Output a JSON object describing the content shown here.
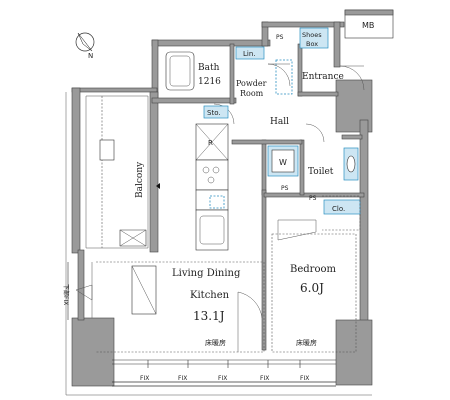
{
  "compass": {
    "north": "N"
  },
  "rooms": {
    "bath": {
      "name": "Bath",
      "size": "1216"
    },
    "powder": {
      "line1": "Powder",
      "line2": "Room"
    },
    "entrance": "Entrance",
    "hall": "Hall",
    "toilet": "Toilet",
    "balcony": "Balcony",
    "ldk": {
      "line1": "Living Dining",
      "line2": "Kitchen",
      "area": "13.1J"
    },
    "bedroom": {
      "name": "Bedroom",
      "area": "6.0J"
    }
  },
  "storage": {
    "mb": "MB",
    "ps": "PS",
    "shoes": {
      "line1": "Shoes",
      "line2": "Box"
    },
    "lin": "Lin.",
    "sto": "Sto.",
    "clo": "Clo.",
    "w": "W",
    "r": "R"
  },
  "notes": {
    "floor_heating": "床暖房",
    "side_fix": "下部FIX",
    "fix": "FIX"
  },
  "colors": {
    "accent": "#2a8fc0",
    "wall": "#9a9a9a"
  }
}
